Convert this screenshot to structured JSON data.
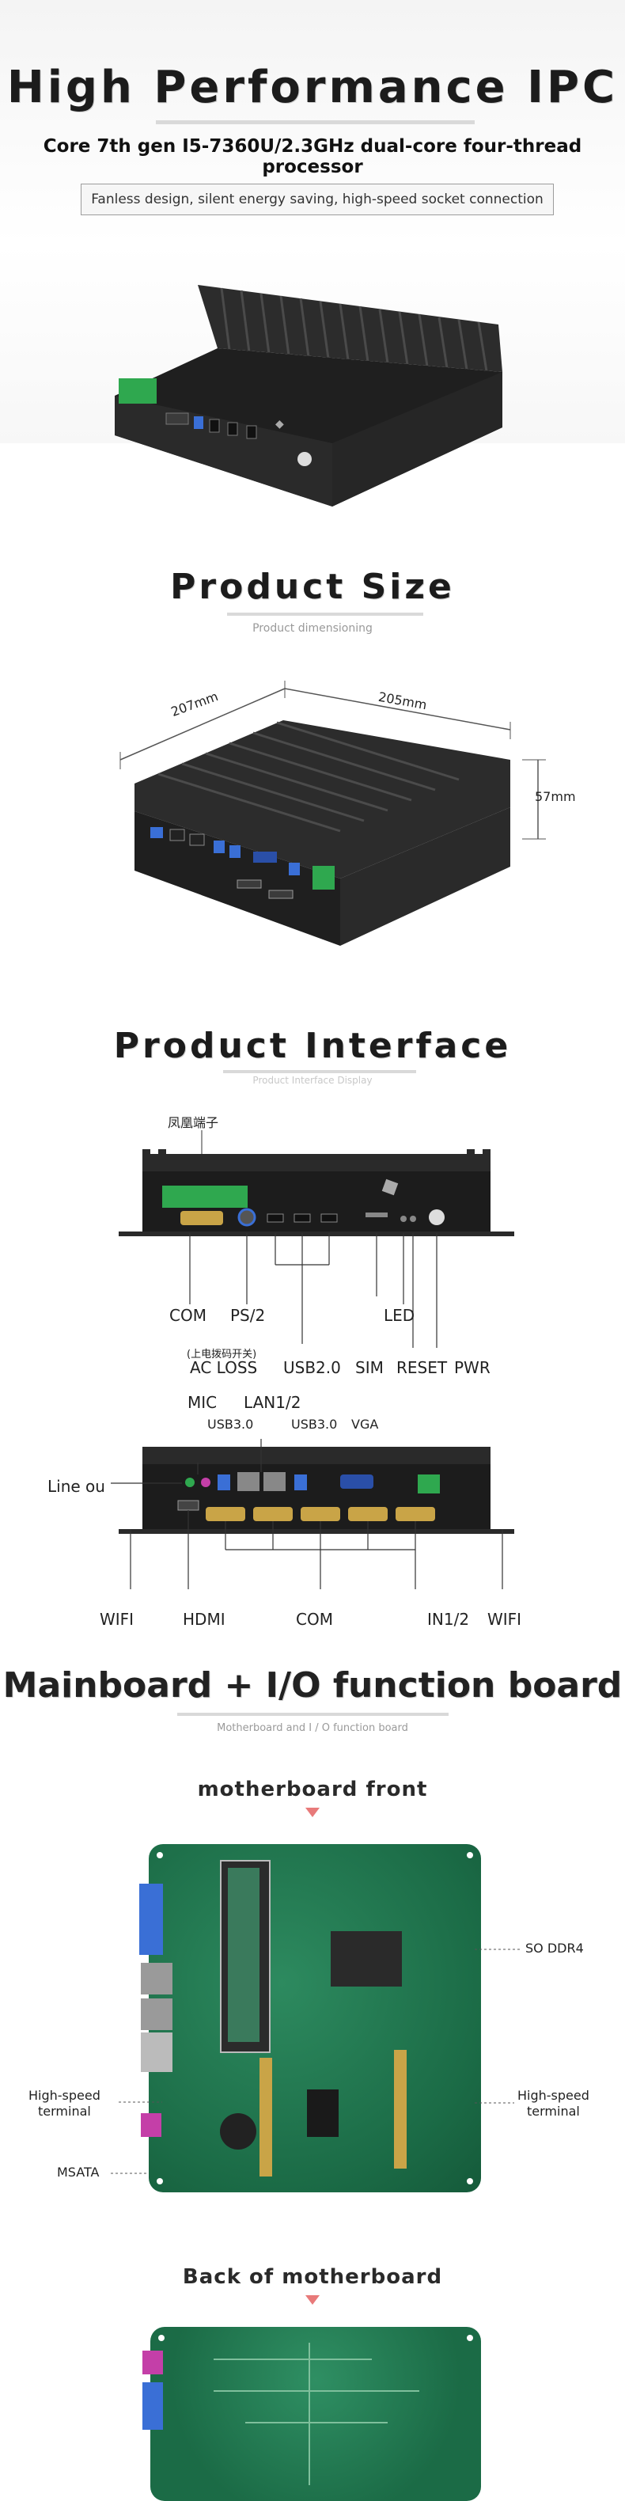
{
  "hero": {
    "title": "High Performance IPC",
    "processor": "Core 7th gen I5-7360U/2.3GHz dual-core four-thread processor",
    "feature_box": "Fanless design, silent energy saving, high-speed socket connection"
  },
  "size_section": {
    "title": "Product Size",
    "subtitle": "Product dimensioning",
    "dim_depth": "207mm",
    "dim_width": "205mm",
    "dim_height": "57mm"
  },
  "interface_section": {
    "title": "Product Interface",
    "subtitle": "Product Interface Display",
    "front": {
      "phoenix_label": "凤凰端子",
      "com": "COM",
      "ps2": "PS/2",
      "ac_note": "(上电拨码开关)",
      "ac_loss": "AC LOSS",
      "usb20": "USB2.0",
      "led": "LED",
      "sim": "SIM",
      "reset": "RESET",
      "pwr": "PWR"
    },
    "rear": {
      "mic": "MIC",
      "lan": "LAN1/2",
      "usb30_a": "USB3.0",
      "usb30_b": "USB3.0",
      "vga": "VGA",
      "line_out": "Line ou",
      "wifi_left": "WIFI",
      "hdmi": "HDMI",
      "com": "COM",
      "in12": "IN1/2",
      "wifi_right": "WIFI"
    }
  },
  "mainboard_section": {
    "title": "Mainboard + I/O function board",
    "subtitle": "Motherboard and I / O function board",
    "front_heading": "motherboard front",
    "so_ddr4": "SO DDR4",
    "hs_left_1": "High-speed",
    "hs_left_2": "terminal",
    "hs_right_1": "High-speed",
    "hs_right_2": "terminal",
    "msata": "MSATA",
    "back_heading": "Back of motherboard"
  },
  "colors": {
    "chassis": "#2b2b2b",
    "pcb": "#1f7a50",
    "accent_marker": "#e87a7a",
    "terminal_green": "#2fa84f"
  }
}
